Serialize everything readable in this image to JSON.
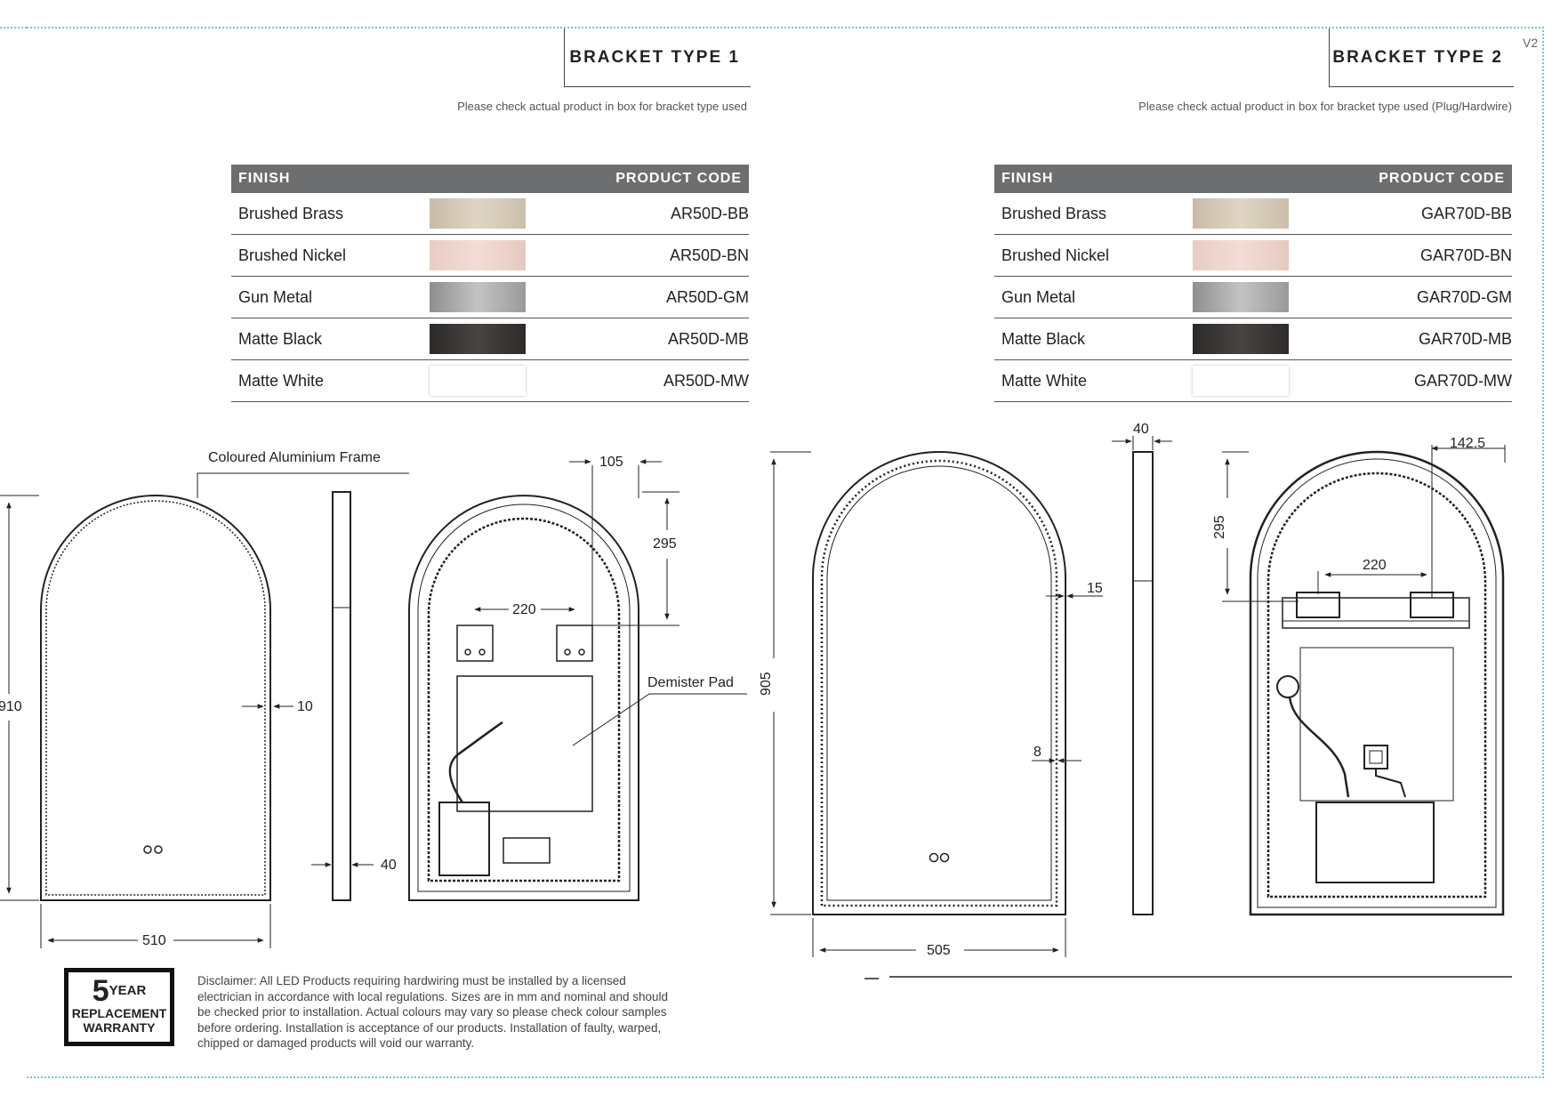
{
  "version": "V2",
  "bracket1": {
    "title": "BRACKET TYPE 1",
    "note": "Please check actual product in box for bracket type used",
    "table": {
      "header_finish": "FINISH",
      "header_code": "PRODUCT CODE",
      "rows": [
        {
          "finish": "Brushed Brass",
          "code": "AR50D-BB"
        },
        {
          "finish": "Brushed Nickel",
          "code": "AR50D-BN"
        },
        {
          "finish": "Gun Metal",
          "code": "AR50D-GM"
        },
        {
          "finish": "Matte Black",
          "code": "AR50D-MB"
        },
        {
          "finish": "Matte White",
          "code": "AR50D-MW"
        }
      ]
    },
    "labels": {
      "frame": "Coloured Aluminium Frame",
      "demister": "Demister Pad"
    },
    "dims": {
      "height": "910",
      "width": "510",
      "frame": "10",
      "depth": "40",
      "bracket_offset": "105",
      "bracket_top": "295",
      "bracket_spacing": "220"
    }
  },
  "bracket2": {
    "title": "BRACKET TYPE 2",
    "note": "Please check actual product in box for bracket type used (Plug/Hardwire)",
    "table": {
      "header_finish": "FINISH",
      "header_code": "PRODUCT CODE",
      "rows": [
        {
          "finish": "Brushed Brass",
          "code": "GAR70D-BB"
        },
        {
          "finish": "Brushed Nickel",
          "code": "GAR70D-BN"
        },
        {
          "finish": "Gun Metal",
          "code": "GAR70D-GM"
        },
        {
          "finish": "Matte Black",
          "code": "GAR70D-MB"
        },
        {
          "finish": "Matte White",
          "code": "GAR70D-MW"
        }
      ]
    },
    "dims": {
      "height": "905",
      "width": "505",
      "frame_outer": "15",
      "frame_inner": "8",
      "depth": "40",
      "bracket_offset": "142.5",
      "bracket_top": "295",
      "bracket_spacing": "220"
    }
  },
  "warranty": {
    "number": "5",
    "year": "YEAR",
    "line1": "REPLACEMENT",
    "line2": "WARRANTY"
  },
  "disclaimer": "Disclaimer: All LED Products requiring hardwiring must be installed by a licensed electrician in accordance with local regulations. Sizes are in mm and nominal and should be checked prior to installation. Actual colours may vary so please check colour samples before ordering. Installation is acceptance of our products. Installation of faulty, warped, chipped or damaged products will void our warranty."
}
